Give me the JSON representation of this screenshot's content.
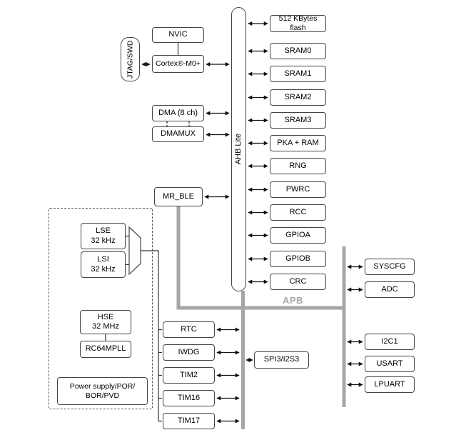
{
  "diagram": {
    "blocks": {
      "jtag": "JTAG/SWD",
      "nvic": "NVIC",
      "core": "Cortex®-M0+",
      "dma": "DMA (8 ch)",
      "dmamux": "DMAMUX",
      "mr_ble": "MR_BLE",
      "spi": "SPI3/I2S3"
    },
    "buses": {
      "ahb": "AHB Lite",
      "apb": "APB"
    },
    "ahb_peripherals": [
      "512 KBytes flash",
      "SRAM0",
      "SRAM1",
      "SRAM2",
      "SRAM3",
      "PKA + RAM",
      "RNG",
      "PWRC",
      "RCC",
      "GPIOA",
      "GPIOB",
      "CRC"
    ],
    "apb_left": [
      "RTC",
      "IWDG",
      "TIM2",
      "TIM16",
      "TIM17"
    ],
    "apb_right": [
      "SYSCFG",
      "ADC",
      "I2C1",
      "USART",
      "LPUART"
    ],
    "clocks": {
      "lse": {
        "name": "LSE",
        "freq": "32 kHz"
      },
      "lsi": {
        "name": "LSI",
        "freq": "32 kHz"
      },
      "hse": {
        "name": "HSE",
        "freq": "32 MHz"
      },
      "pll": "RC64MPLL",
      "power_line1": "Power supply/POR/",
      "power_line2": "BOR/PVD"
    },
    "colors": {
      "bus_gray": "#a6a6a6",
      "box_border": "#454545"
    }
  }
}
